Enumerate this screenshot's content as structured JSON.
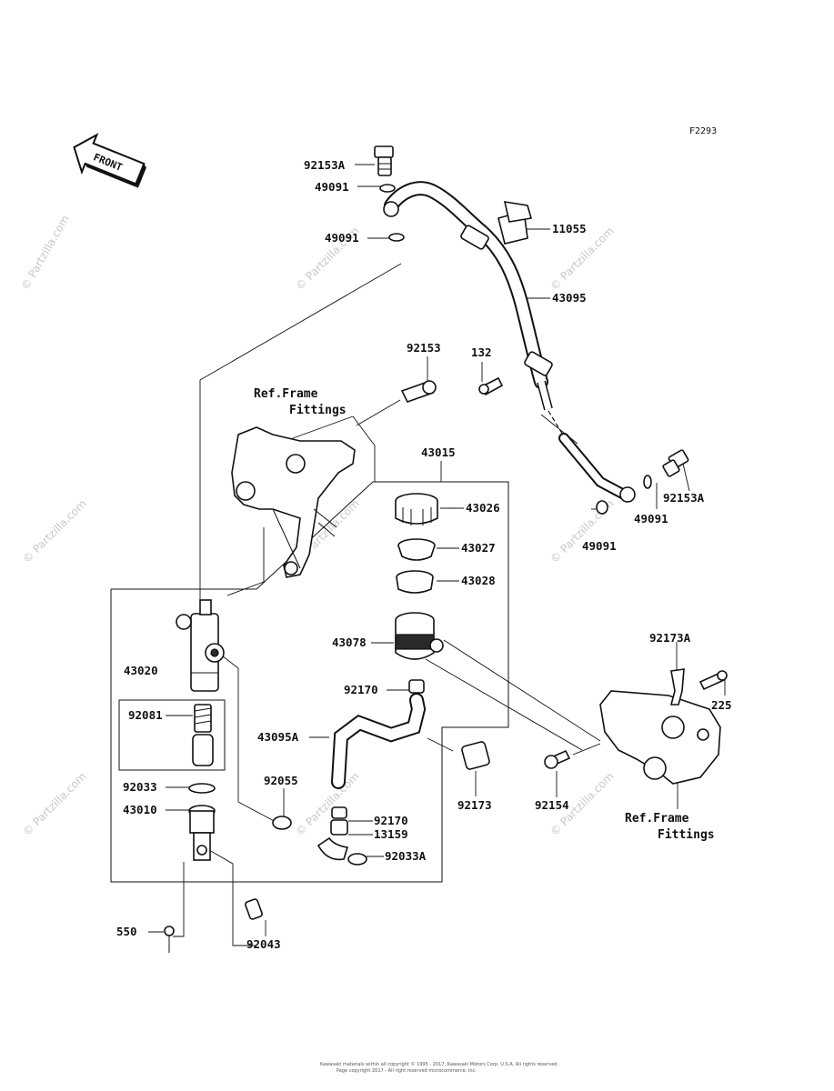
{
  "figure_code": "F2293",
  "front_label": "FRONT",
  "watermark": "© Partzilla.com",
  "footer_line1": "Kawasaki materials within all copyright © 1995 - 2017, Kawasaki Motors Corp. U.S.A. All rights reserved.",
  "footer_line2": "Page copyright 2017 - All right reserved  microcommerce, inc.",
  "ref_upper": {
    "line1": "Ref.Frame",
    "line2": "Fittings"
  },
  "ref_lower": {
    "line1": "Ref.Frame",
    "line2": "Fittings"
  },
  "labels": {
    "p92153A_top": "92153A",
    "p49091_a": "49091",
    "p49091_b": "49091",
    "p11055": "11055",
    "p43095": "43095",
    "p92153": "92153",
    "p132": "132",
    "p43015": "43015",
    "p43026": "43026",
    "p43027": "43027",
    "p43028": "43028",
    "p43078": "43078",
    "p92153A_right": "92153A",
    "p49091_c": "49091",
    "p49091_d": "49091",
    "p92173A": "92173A",
    "p225": "225",
    "p43020": "43020",
    "p92081": "92081",
    "p92170_a": "92170",
    "p43095A": "43095A",
    "p92033": "92033",
    "p92055": "92055",
    "p43010": "43010",
    "p92170_b": "92170",
    "p13159": "13159",
    "p92033A": "92033A",
    "p92173": "92173",
    "p92154": "92154",
    "p550": "550",
    "p92043": "92043"
  }
}
